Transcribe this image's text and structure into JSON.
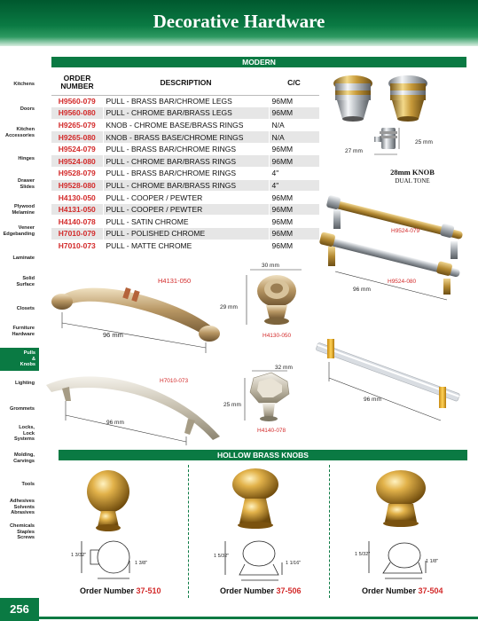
{
  "header": {
    "title": "Decorative Hardware"
  },
  "sidebar": {
    "items": [
      {
        "lines": [
          "Kitchens"
        ]
      },
      {
        "lines": [
          "Doors"
        ]
      },
      {
        "lines": [
          "Kitchen",
          "Accessories"
        ]
      },
      {
        "lines": [
          "Hinges"
        ]
      },
      {
        "lines": [
          "Drawer",
          "Slides"
        ]
      },
      {
        "lines": [
          "Plywood",
          "Melamine"
        ]
      },
      {
        "lines": [
          "Veneer",
          "Edgebanding"
        ]
      },
      {
        "lines": [
          "Laminate"
        ]
      },
      {
        "lines": [
          "Solid",
          "Surface"
        ]
      },
      {
        "lines": [
          "Closets"
        ]
      },
      {
        "lines": [
          "Furniture",
          "Hardware"
        ]
      },
      {
        "lines": [
          "Pulls",
          "&",
          "Knobs"
        ],
        "active": true
      },
      {
        "lines": [
          "Lighting"
        ]
      },
      {
        "lines": [
          "Grommets"
        ]
      },
      {
        "lines": [
          "Locks,",
          "Lock",
          "Systems"
        ]
      },
      {
        "lines": [
          "Molding,",
          "Carvings"
        ]
      },
      {
        "lines": [
          "Tools"
        ]
      },
      {
        "lines": [
          "Adhesives",
          "Solvents",
          "Abrasives"
        ]
      },
      {
        "lines": [
          "Chemicals",
          "Staples",
          "Screws"
        ]
      }
    ]
  },
  "modern": {
    "section_title": "MODERN",
    "columns": [
      "ORDER NUMBER",
      "DESCRIPTION",
      "C/C"
    ],
    "rows": [
      {
        "num": "H9560-079",
        "desc": "PULL - BRASS BAR/CHROME LEGS",
        "cc": "96MM"
      },
      {
        "num": "H9560-080",
        "desc": "PULL - CHROME BAR/BRASS LEGS",
        "cc": "96MM"
      },
      {
        "num": "H9265-079",
        "desc": "KNOB - CHROME BASE/BRASS RINGS",
        "cc": "N/A"
      },
      {
        "num": "H9265-080",
        "desc": "KNOB - BRASS BASE/CHROME RINGS",
        "cc": "N/A"
      },
      {
        "num": "H9524-079",
        "desc": "PULL - BRASS BAR/CHROME RINGS",
        "cc": "96MM"
      },
      {
        "num": "H9524-080",
        "desc": "PULL - CHROME BAR/BRASS RINGS",
        "cc": "96MM"
      },
      {
        "num": "H9528-079",
        "desc": "PULL - BRASS BAR/CHROME RINGS",
        "cc": "4\""
      },
      {
        "num": "H9528-080",
        "desc": "PULL - CHROME BAR/BRASS RINGS",
        "cc": "4\""
      },
      {
        "num": "H4130-050",
        "desc": "PULL - COOPER / PEWTER",
        "cc": "96MM"
      },
      {
        "num": "H4131-050",
        "desc": "PULL - COOPER / PEWTER",
        "cc": "96MM"
      },
      {
        "num": "H4140-078",
        "desc": "PULL - SATIN CHROME",
        "cc": "96MM"
      },
      {
        "num": "H7010-079",
        "desc": "PULL - POLISHED CHROME",
        "cc": "96MM"
      },
      {
        "num": "H7010-073",
        "desc": "PULL - MATTE CHROME",
        "cc": "96MM"
      }
    ]
  },
  "knob_28": {
    "title": "28mm KNOB",
    "subtitle": "DUAL TONE",
    "dim_width": "27 mm",
    "dim_height": "25 mm"
  },
  "pull_9524": {
    "code_a": "H9524-079",
    "code_b": "H9524-080",
    "dim": "96 mm"
  },
  "pull_4131": {
    "code": "H4131-050",
    "dim": "96 mm"
  },
  "knob_4130": {
    "code": "H4130-050",
    "dim_width": "30 mm",
    "dim_height": "29 mm"
  },
  "pull_7010": {
    "code": "H7010-073",
    "dim": "96 mm"
  },
  "knob_4140": {
    "code": "H4140-078",
    "dim_width": "32 mm",
    "dim_height": "25 mm"
  },
  "pull_9560": {
    "dim": "96 mm"
  },
  "hollow": {
    "section_title": "HOLLOW BRASS KNOBS",
    "items": [
      {
        "order_label": "Order Number",
        "order_number": "37-510",
        "dim_h": "1 3/32\"",
        "dim_w": "1 3/8\""
      },
      {
        "order_label": "Order Number",
        "order_number": "37-506",
        "dim_h": "1 5/32\"",
        "dim_w": "1 1/16\""
      },
      {
        "order_label": "Order Number",
        "order_number": "37-504",
        "dim_h": "1 5/32\"",
        "dim_w": "1 1/8\""
      }
    ]
  },
  "page_number": "256",
  "colors": {
    "brand_green": "#0a7a43",
    "order_red": "#d32a2a"
  }
}
